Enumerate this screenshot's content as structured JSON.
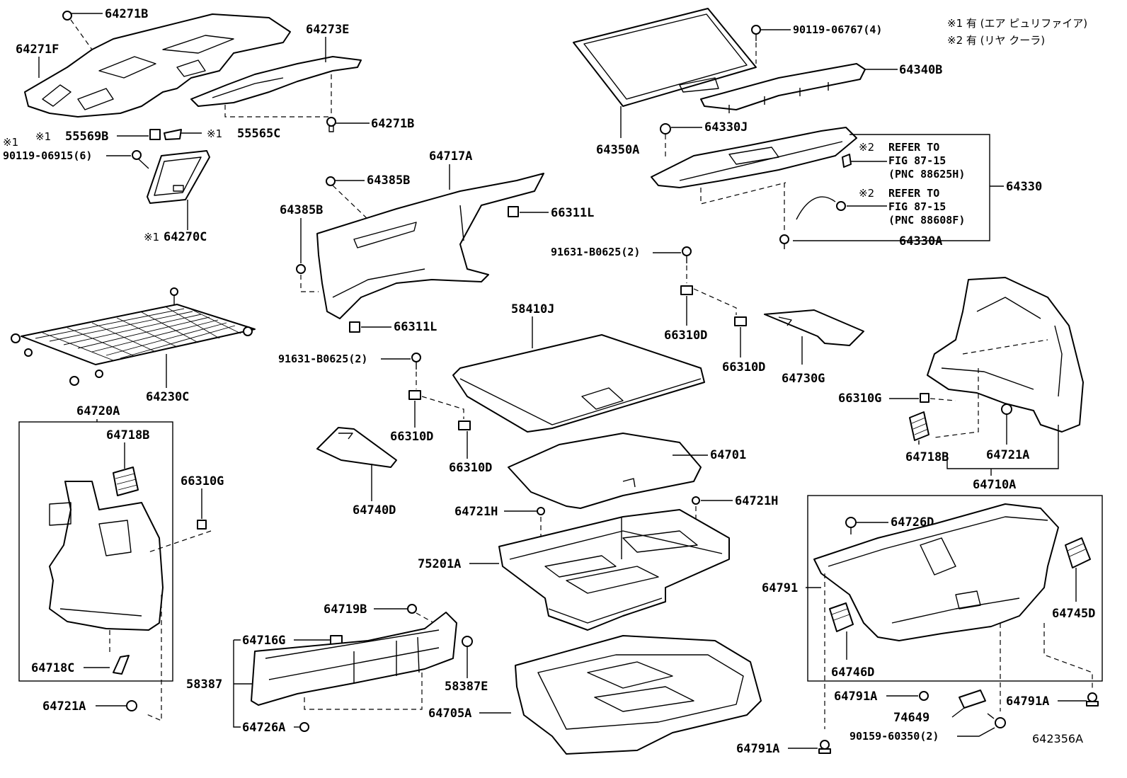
{
  "notes": {
    "note1": "※1 有 (エア ピュリファイア)",
    "note2": "※2 有 (リヤ クーラ)"
  },
  "figure_id": "642356A",
  "marks": {
    "m1": "※1",
    "m2": "※2"
  },
  "refer": {
    "r1_line1": "REFER TO",
    "r1_line2": "FIG 87-15",
    "r1_line3": "(PNC 88625H)",
    "r2_line1": "REFER TO",
    "r2_line2": "FIG 87-15",
    "r2_line3": "(PNC 88608F)"
  },
  "labels": {
    "p64271B_a": "64271B",
    "p64271F": "64271F",
    "p64273E": "64273E",
    "p64271B_b": "64271B",
    "p55569B": "55569B",
    "p55565C": "55565C",
    "p90119_06915": "90119-06915(6)",
    "p64270C": "64270C",
    "p64230C": "64230C",
    "p64720A": "64720A",
    "p64718B_a": "64718B",
    "p66310G_a": "66310G",
    "p64718C": "64718C",
    "p64721A_a": "64721A",
    "p64717A": "64717A",
    "p64385B_a": "64385B",
    "p64385B_b": "64385B",
    "p66311L_a": "66311L",
    "p66311L_b": "66311L",
    "p91631_a": "91631-B0625(2)",
    "p91631_b": "91631-B0625(2)",
    "p66310D_a": "66310D",
    "p66310D_b": "66310D",
    "p66310D_c": "66310D",
    "p66310D_d": "66310D",
    "p64740D": "64740D",
    "p58410J": "58410J",
    "p64701": "64701",
    "p64721H_a": "64721H",
    "p64721H_b": "64721H",
    "p75201A": "75201A",
    "p64705A": "64705A",
    "p64719B": "64719B",
    "p64716G": "64716G",
    "p58387": "58387",
    "p58387E": "58387E",
    "p64726A": "64726A",
    "p90119_06767": "90119-06767(4)",
    "p64340B": "64340B",
    "p64350A": "64350A",
    "p64330J": "64330J",
    "p64330": "64330",
    "p64330A": "64330A",
    "p64730G": "64730G",
    "p66310G_b": "66310G",
    "p64718B_b": "64718B",
    "p64721A_b": "64721A",
    "p64710A": "64710A",
    "p64726D": "64726D",
    "p64791": "64791",
    "p64745D": "64745D",
    "p64746D": "64746D",
    "p64791A_a": "64791A",
    "p64791A_b": "64791A",
    "p64791A_c": "64791A",
    "p74649": "74649",
    "p90159_60350": "90159-60350(2)"
  }
}
